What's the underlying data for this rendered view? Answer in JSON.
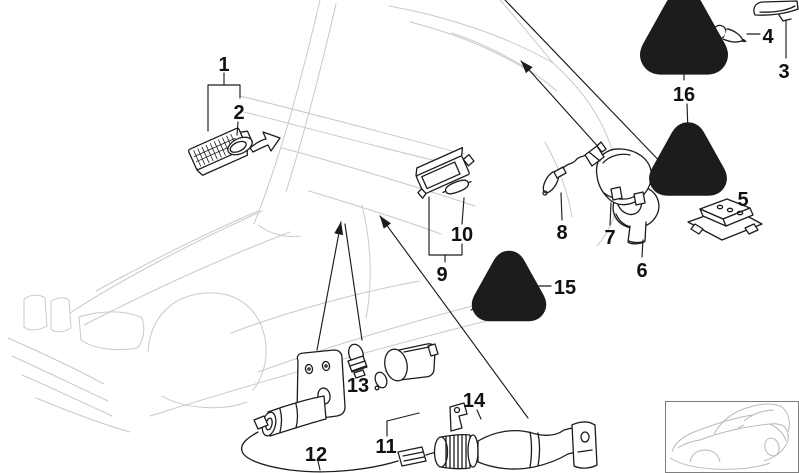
{
  "diagram": {
    "colors": {
      "background": "#ffffff",
      "part_line": "#1c1c1c",
      "car_sketch_line": "#c9c9c9",
      "label": "#111111",
      "thumbnail_border": "#7d7d7d"
    },
    "callouts": {
      "c1": "1",
      "c2": "2",
      "c3": "3",
      "c4": "4",
      "c5": "5",
      "c6": "6",
      "c7": "7",
      "c8": "8",
      "c9": "9",
      "c10": "10",
      "c11": "11",
      "c12": "12",
      "c13": "13",
      "c14": "14",
      "c15": "15",
      "c16": "16"
    },
    "icons": {
      "warning_triangle": "bulb-warning-triangle-icon",
      "install_arrow": "direction-arrow-icon",
      "car_sketch": "car-outline-sketch",
      "car_thumbnail": "car-thumbnail-icon"
    }
  }
}
